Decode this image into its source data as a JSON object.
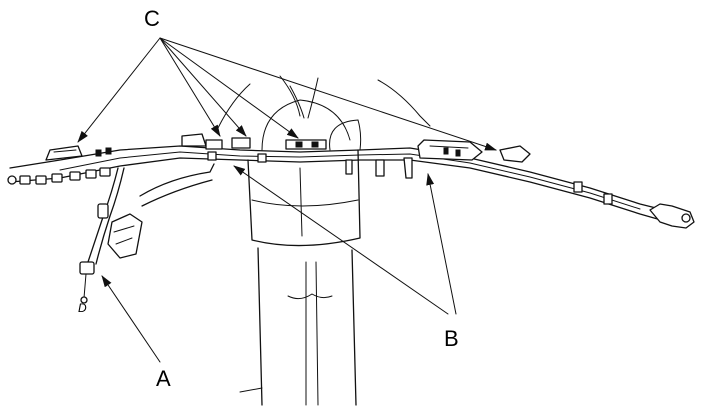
{
  "callouts": {
    "a": "A",
    "b": "B",
    "c": "C"
  },
  "connector_label": "D"
}
